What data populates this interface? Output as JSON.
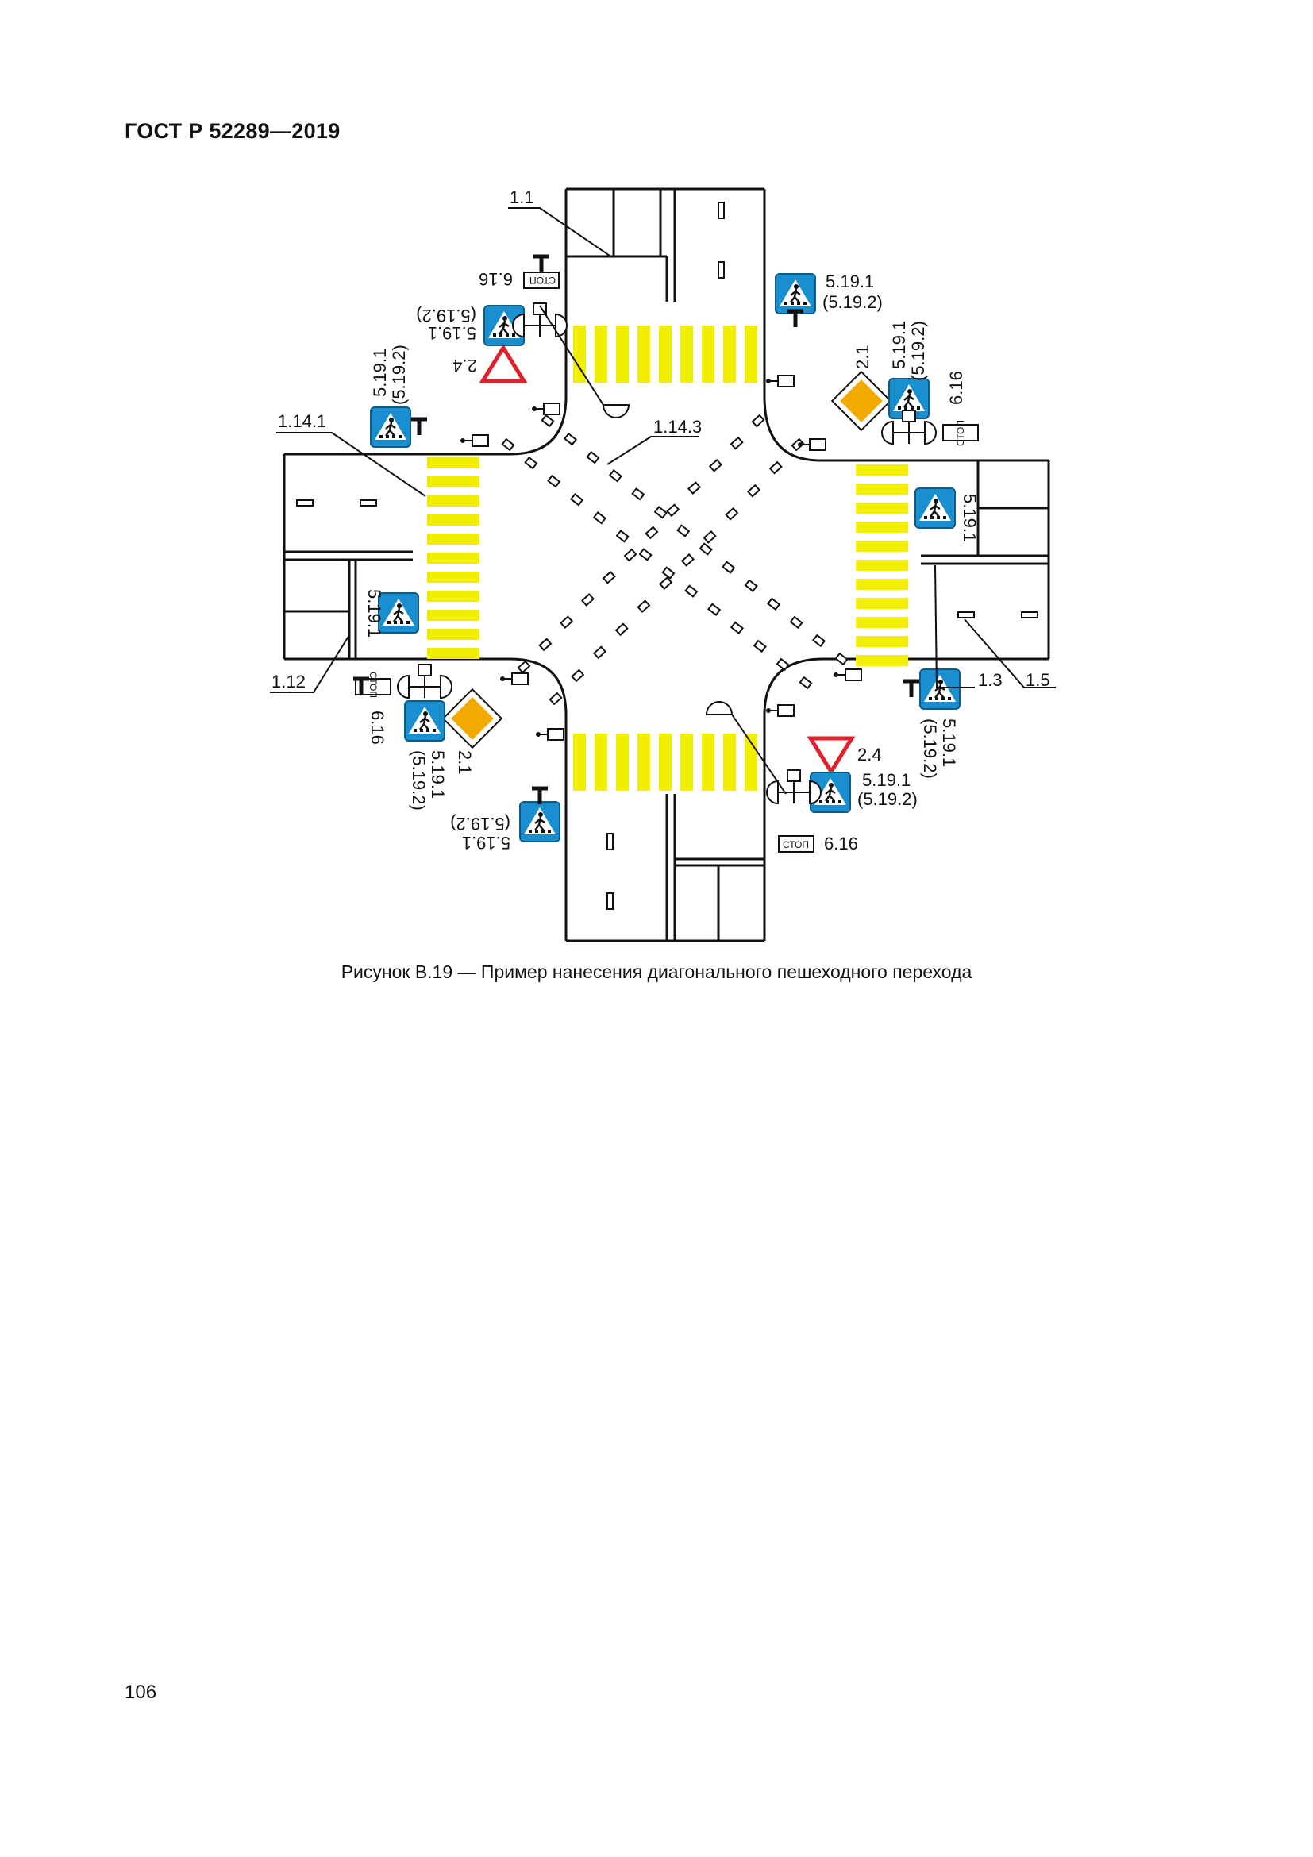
{
  "header": {
    "title": "ГОСТ Р 52289—2019"
  },
  "page": {
    "number": "106"
  },
  "figure": {
    "caption": "Рисунок В.19 — Пример нанесения диагонального пешеходного перехода",
    "callouts": {
      "l_1_1": "1.1",
      "l_1_14_1": "1.14.1",
      "l_1_14_3": "1.14.3",
      "l_1_12": "1.12",
      "l_1_3": "1.3",
      "l_1_5": "1.5"
    },
    "signs": {
      "ne_519": "5.19.1",
      "ne_5192": "(5.19.2)",
      "ne_21": "2.1",
      "ne_v519": "5.19.1",
      "ne_v5192": "(5.19.2)",
      "ne_616": "6.16",
      "e_519": "5.19.1",
      "se_519": "5.19.1",
      "se_5192": "(5.19.2)",
      "s_24": "2.4",
      "s_519": "5.19.1",
      "s_5192": "(5.19.2)",
      "s_616": "6.16",
      "s_inv519": "5.19.1",
      "s_inv5192": "(5.19.2)",
      "sw_21": "2.1",
      "sw_519": "5.19.1",
      "sw_5192": "(5.19.2)",
      "sw_616": "6.16",
      "w_519": "5.19.1",
      "nw_519": "5.19.1",
      "nw_5192": "(5.19.2)",
      "n_24": "2.4",
      "n_inv519": "5.19.1",
      "n_inv5192": "(5.19.2)",
      "n_616": "6.16",
      "stop": "СТОП"
    },
    "colors": {
      "zebra": "#f2ee00",
      "sign_blue": "#1a8fd0",
      "priority": "#f2a900",
      "yield_red": "#e0202a"
    },
    "icons": [
      "pedestrian-crossing-sign",
      "priority-road-sign",
      "give-way-sign",
      "stop-plate",
      "traffic-light"
    ]
  }
}
